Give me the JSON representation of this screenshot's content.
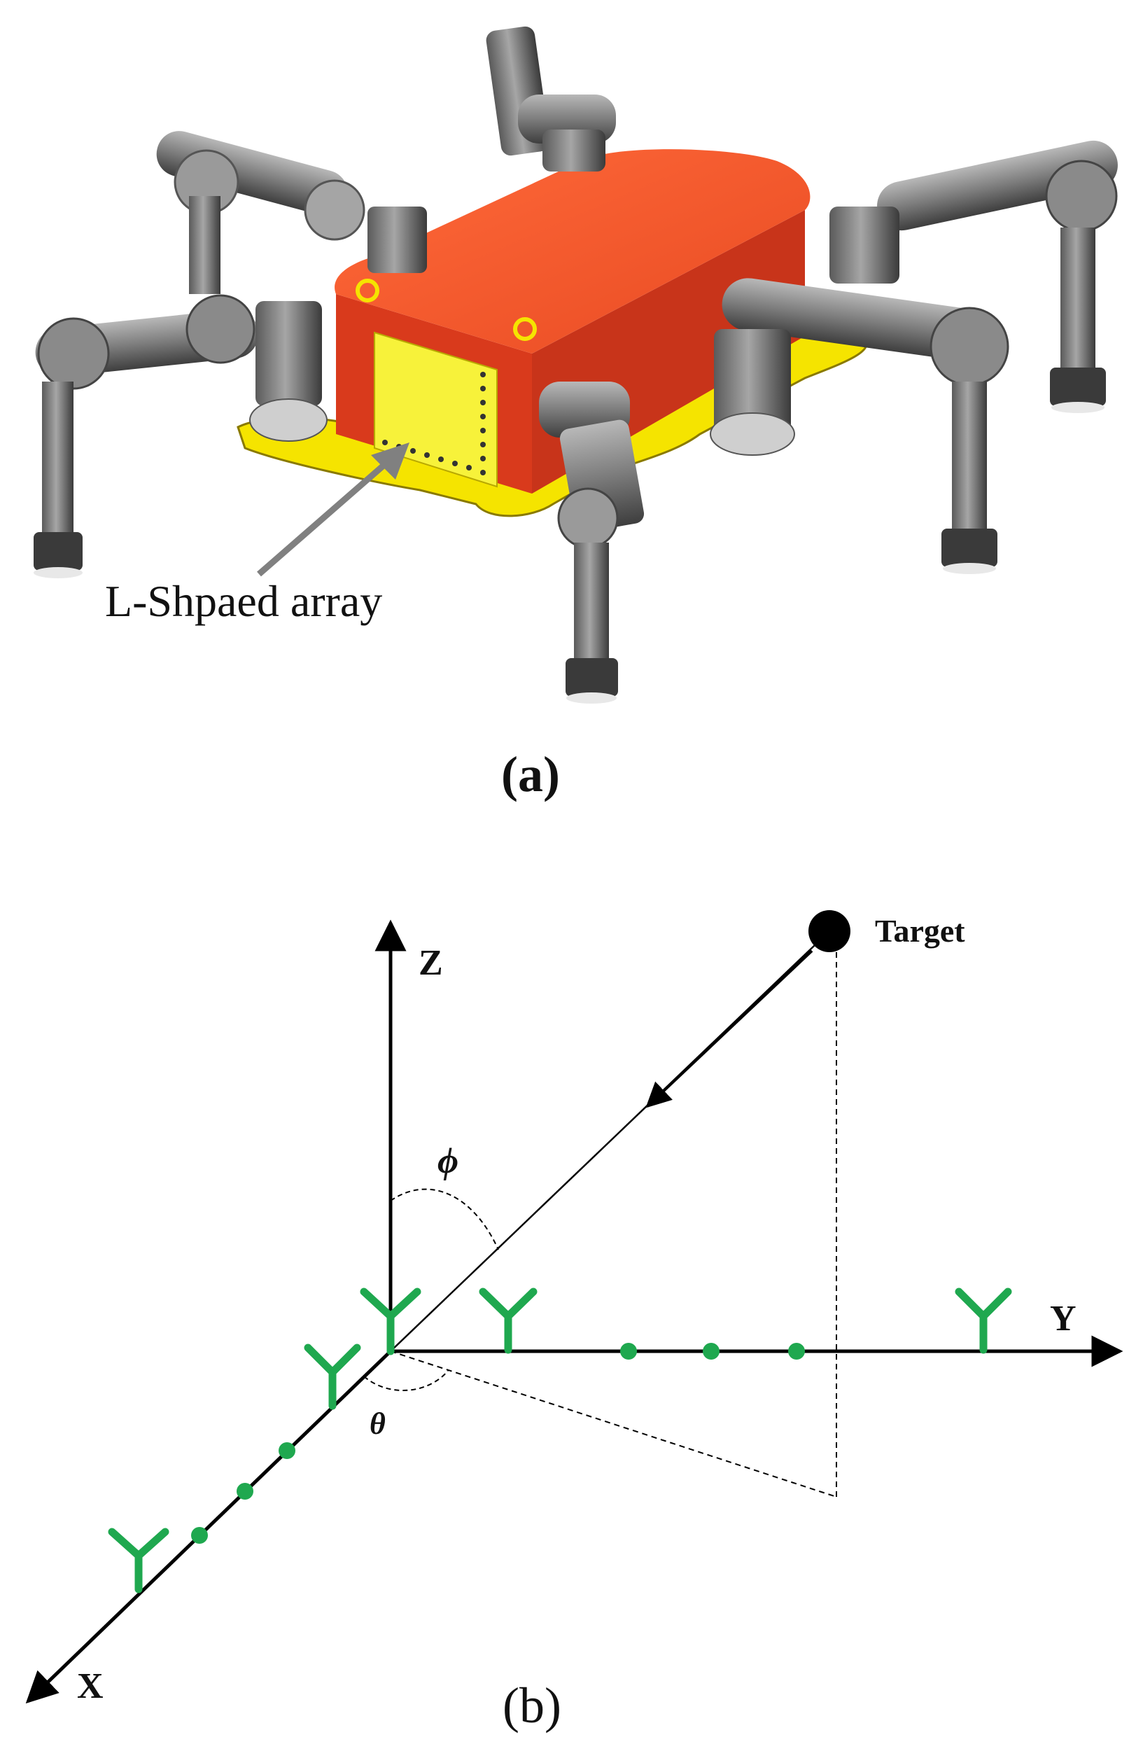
{
  "panel_a": {
    "caption": "(a)",
    "annotation": "L-Shpaed array",
    "colors": {
      "body": "#f0532a",
      "body_dark": "#c8341a",
      "plate": "#f5e400",
      "arm": "#8c8c8c",
      "arm_dark": "#4a4a4a"
    }
  },
  "panel_b": {
    "caption": "(b)",
    "axis_x": "X",
    "axis_y": "Y",
    "axis_z": "Z",
    "target_label": "Target",
    "phi": "ϕ",
    "theta": "θ",
    "colors": {
      "antenna": "#1fa84f",
      "axis": "#000000"
    }
  }
}
